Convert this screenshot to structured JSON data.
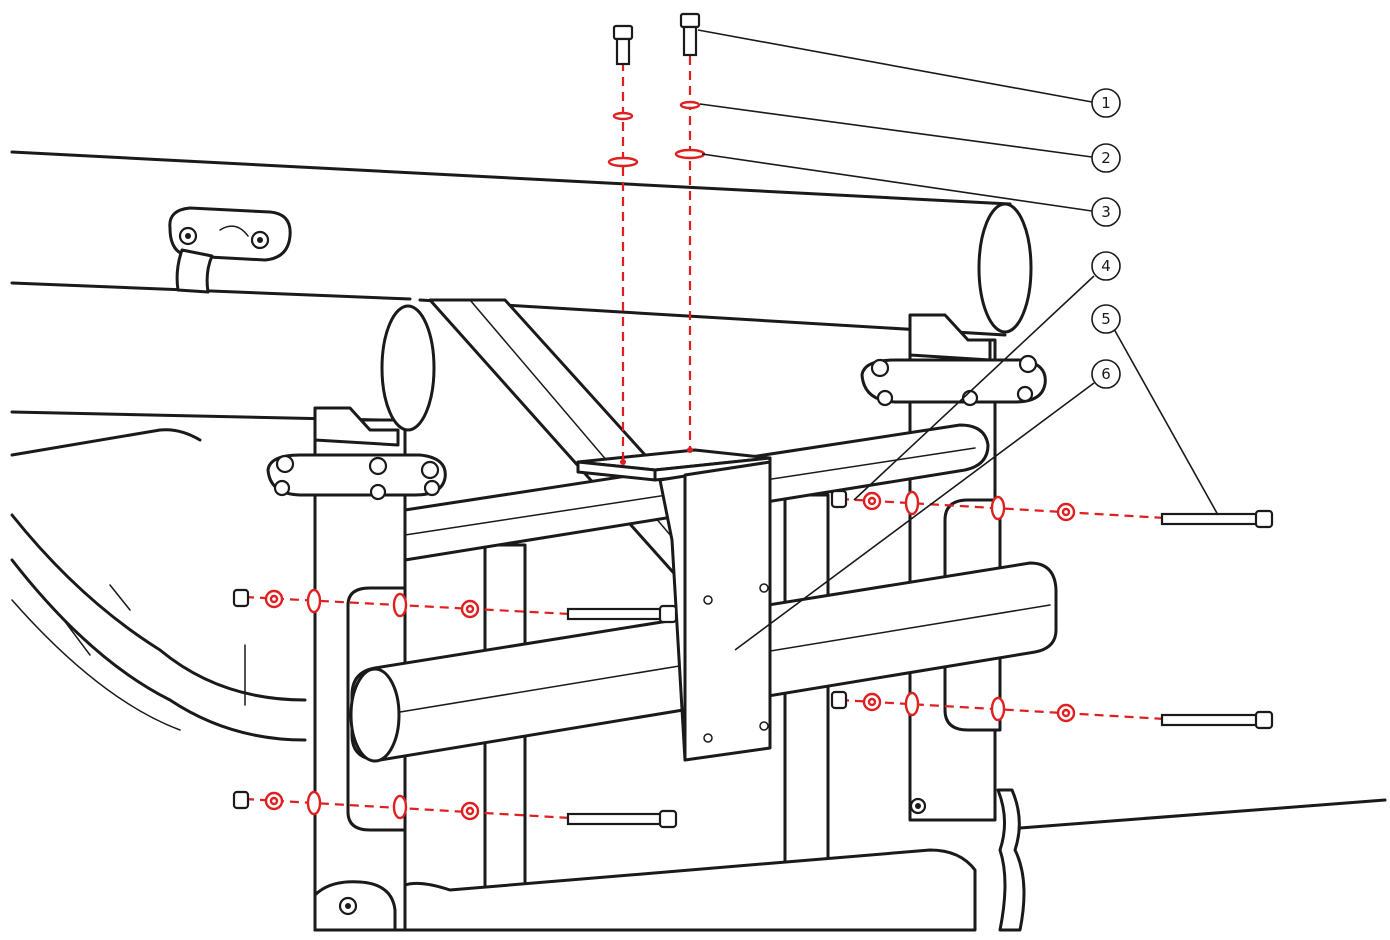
{
  "diagram": {
    "callouts": [
      {
        "label": "1"
      },
      {
        "label": "2"
      },
      {
        "label": "3"
      },
      {
        "label": "4"
      },
      {
        "label": "5"
      },
      {
        "label": "6"
      }
    ],
    "colors": {
      "outline": "#1a1a1a",
      "assembly_path": "#e02020",
      "background": "#ffffff"
    }
  }
}
